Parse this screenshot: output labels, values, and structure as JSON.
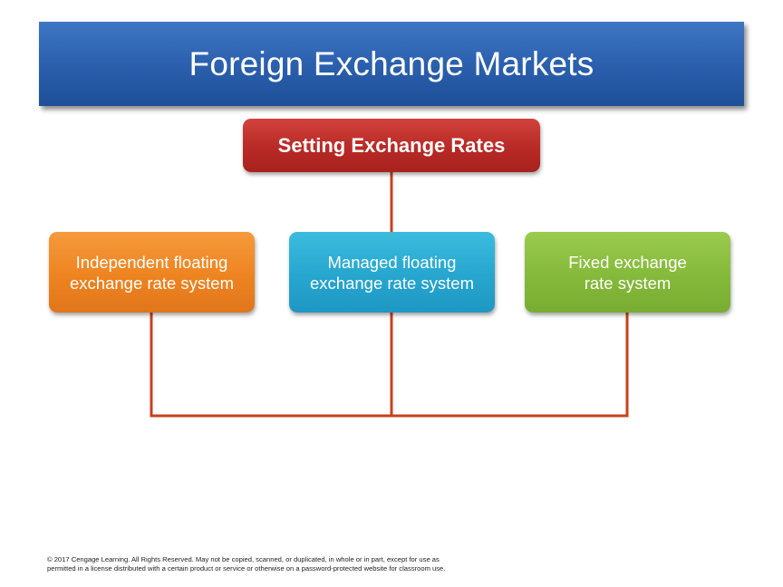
{
  "title": "Foreign Exchange Markets",
  "diagram": {
    "root": {
      "label": "Setting Exchange Rates"
    },
    "children": [
      {
        "label": "Independent floating\nexchange rate system",
        "color": "#ee8420"
      },
      {
        "label": "Managed floating\nexchange rate system",
        "color": "#26a6cf"
      },
      {
        "label": "Fixed exchange\nrate system",
        "color": "#85b93a"
      }
    ],
    "colors": {
      "root": "#b82a26",
      "connector": "#c8411c",
      "banner": "#2d62b0"
    }
  },
  "footer": {
    "copyright_line1": "© 2017 Cengage Learning. All Rights Reserved. May not be copied, scanned, or duplicated, in whole or in part, except for use as",
    "copyright_line2": "permitted in a license distributed with a certain product or service or otherwise on a password-protected website for classroom use."
  }
}
